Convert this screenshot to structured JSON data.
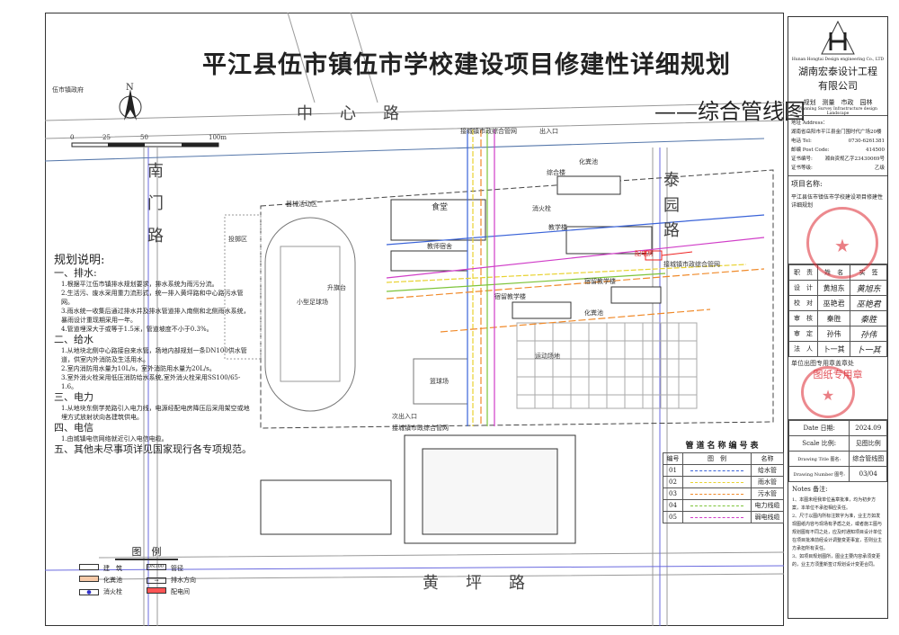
{
  "title": "平江县伍市镇伍市学校建设项目修建性详细规划",
  "subtitle": "——综合管线图",
  "map": {
    "north": "N",
    "scale_ticks": [
      "0",
      "25",
      "50",
      "100m"
    ],
    "labels": {
      "gov": "伍市镇政府",
      "road_north": "中心路",
      "road_south": "黄坪路",
      "road_west": "南门路",
      "road_east": "泰园路",
      "pipe_n": "接城镇市政综合管网",
      "pipe_e": "接城镇市政综合管网",
      "pipe_s": "接城镇市政综合管网",
      "entrance_n": "出入口",
      "entrance_s": "次出入口",
      "canteen": "食堂",
      "complex": "综合楼",
      "teach": "教学楼",
      "dorm": "教师宿舍",
      "board1": "宿留教学楼",
      "board2": "宿留教学楼",
      "activity": "运动场地",
      "court": "篮球场",
      "track": "小型足球场",
      "sport": "器械活动区",
      "throw": "投掷区",
      "flag": "升旗台",
      "septic1": "化粪池",
      "septic2": "化粪池",
      "hydrant": "消火栓",
      "power": "配电房"
    }
  },
  "notes": {
    "heading": "规划说明:",
    "sections": [
      {
        "title": "一、排水:",
        "items": [
          "1.根据平江伍市镇排水规划要求，排水系统为雨污分流。",
          "2.生活污、废水采用重力流形式，统一排入黄坪路和中心路污水管网。",
          "3.雨水统一收集后通过排水井及排水管道排入南侧和北侧雨水系统，暴雨设计重现期采用一年。",
          "4.管道埋深大于或等于1.5米，管道坡度不小于0.3%。"
        ]
      },
      {
        "title": "二、给水",
        "items": [
          "1.从地块北侧中心路接自来水管，场地内部规划一条DN100供水管道，供室内外消防及生活用水。",
          "2.室内消防用水量为10L/s，室外消防用水量为20L/s。",
          "3.室外消火栓采用低压消防给水系统,室外消火栓采用SS100/65-1.6。"
        ]
      },
      {
        "title": "三、电力",
        "items": [
          "1.从地块东侧学苑路引入电力线，电源经配电房降压后采用架空或地埋方式放射状向各建筑供电。"
        ]
      },
      {
        "title": "四、电信",
        "items": [
          "1.由城镇电信网络就近引入电信电缆。"
        ]
      },
      {
        "title": "五、其他未尽事项详见国家现行各专项规范。",
        "items": []
      }
    ]
  },
  "legend": {
    "title": "图　例",
    "items": [
      {
        "label": "建　筑",
        "sym": "building"
      },
      {
        "label": "管径",
        "sym": "DN300"
      },
      {
        "label": "化粪池",
        "sym": "septic"
      },
      {
        "label": "排水方向",
        "sym": "arrow"
      },
      {
        "label": "消火栓",
        "sym": "hydrant"
      },
      {
        "label": "配电间",
        "sym": "power"
      }
    ]
  },
  "pipe_table": {
    "title": "管道名称编号表",
    "headers": [
      "编号",
      "图　例",
      "名称"
    ],
    "rows": [
      {
        "no": "01",
        "name": "给水管",
        "color": "#3a63d8"
      },
      {
        "no": "02",
        "name": "雨水管",
        "color": "#e8d230"
      },
      {
        "no": "03",
        "name": "污水管",
        "color": "#f08a2a"
      },
      {
        "no": "04",
        "name": "电力线缆",
        "color": "#7dc43a"
      },
      {
        "no": "05",
        "name": "弱电线缆",
        "color": "#d03ec8"
      }
    ]
  },
  "title_block": {
    "company_en": "Hunan Hongtai Design engineering Co., LTD",
    "company_cn1": "湖南宏泰设计工程",
    "company_cn2": "有限公司",
    "services_cn": "规划　测量　市政　园林",
    "services_en": "Planning  Survey  Infrastructure design  Landscape",
    "address_label": "地址 Address：",
    "address": "湖南省岳阳市平江县金门围时代广场20楼",
    "tel_label": "电话 Tel:",
    "tel": "0730-6261381",
    "post_label": "邮编 Post Code:",
    "post": "414500",
    "cert_label": "证书编号:",
    "cert": "湘自资规乙字23430069号",
    "grade_label": "证书等级:",
    "grade": "乙级",
    "project_label": "项目名称:",
    "project": "平江县伍市镇伍市学校建设项目修建性详细规划",
    "staff_headers": [
      "职　责",
      "姓　名",
      "实　签"
    ],
    "staff": [
      {
        "role": "设　计",
        "name": "黄旭东",
        "sig": "黄旭东"
      },
      {
        "role": "校　对",
        "name": "巫艳君",
        "sig": "巫艳君"
      },
      {
        "role": "审　核",
        "name": "秦胜",
        "sig": "秦胜"
      },
      {
        "role": "审　定",
        "name": "孙伟",
        "sig": "孙伟"
      },
      {
        "role": "法　人",
        "name": "卜一其",
        "sig": "卜一其"
      }
    ],
    "stamp_text": "单位出图专用章盖章处",
    "stamp2": "图纸专用章",
    "date_label": "Date 日期:",
    "date": "2024.09",
    "scale_label": "Scale 比例:",
    "scale": "见图比例",
    "dtitle_label": "Drawing Title 图名:",
    "dtitle": "综合管线图",
    "dnum_label": "Drawing Number 图号:",
    "dnum": "03/04",
    "notes_label": "Notes 备注:",
    "notes": [
      "1、本图未经我单位盖章批准，均为初步方案，本单位不承担相应责任。",
      "2、尺寸以图内所标注数字为准，业主方如发现图纸内容与现场有矛盾之处，或者施工图与规划图有不同之处，应及时通知项目设计单位在项目批准前经设计调整变更事宜，否则业主方承担所有责任。",
      "3、如项目规划图所，图业主要内容承须变更的，业主方须重新签订规划设计变更合同。"
    ]
  }
}
